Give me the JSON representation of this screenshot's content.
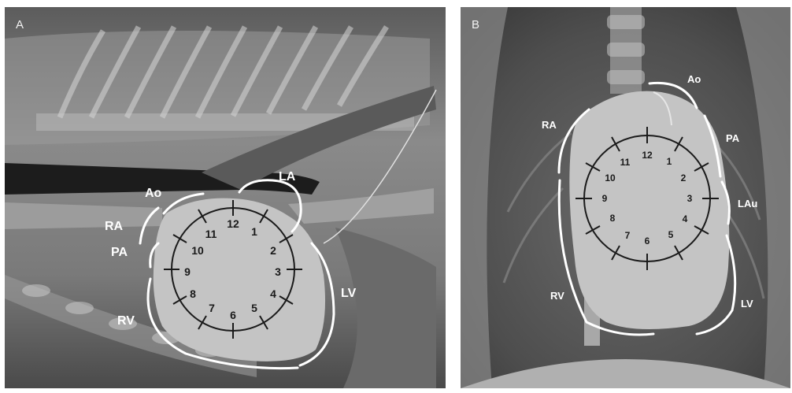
{
  "panels": [
    {
      "letter": "A",
      "structure_labels": [
        "Ao",
        "LA",
        "RA",
        "PA",
        "LV",
        "RV"
      ],
      "clock_numbers": [
        "12",
        "1",
        "2",
        "3",
        "4",
        "5",
        "6",
        "7",
        "8",
        "9",
        "10",
        "11"
      ]
    },
    {
      "letter": "B",
      "structure_labels": [
        "Ao",
        "RA",
        "PA",
        "LAu",
        "RV",
        "LV"
      ],
      "clock_numbers": [
        "12",
        "1",
        "2",
        "3",
        "4",
        "5",
        "6",
        "7",
        "8",
        "9",
        "10",
        "11"
      ]
    }
  ],
  "colors": {
    "heart_silhouette": "#c4c4c4",
    "outline": "#ffffff",
    "clock_ink": "#1a1a1a"
  }
}
